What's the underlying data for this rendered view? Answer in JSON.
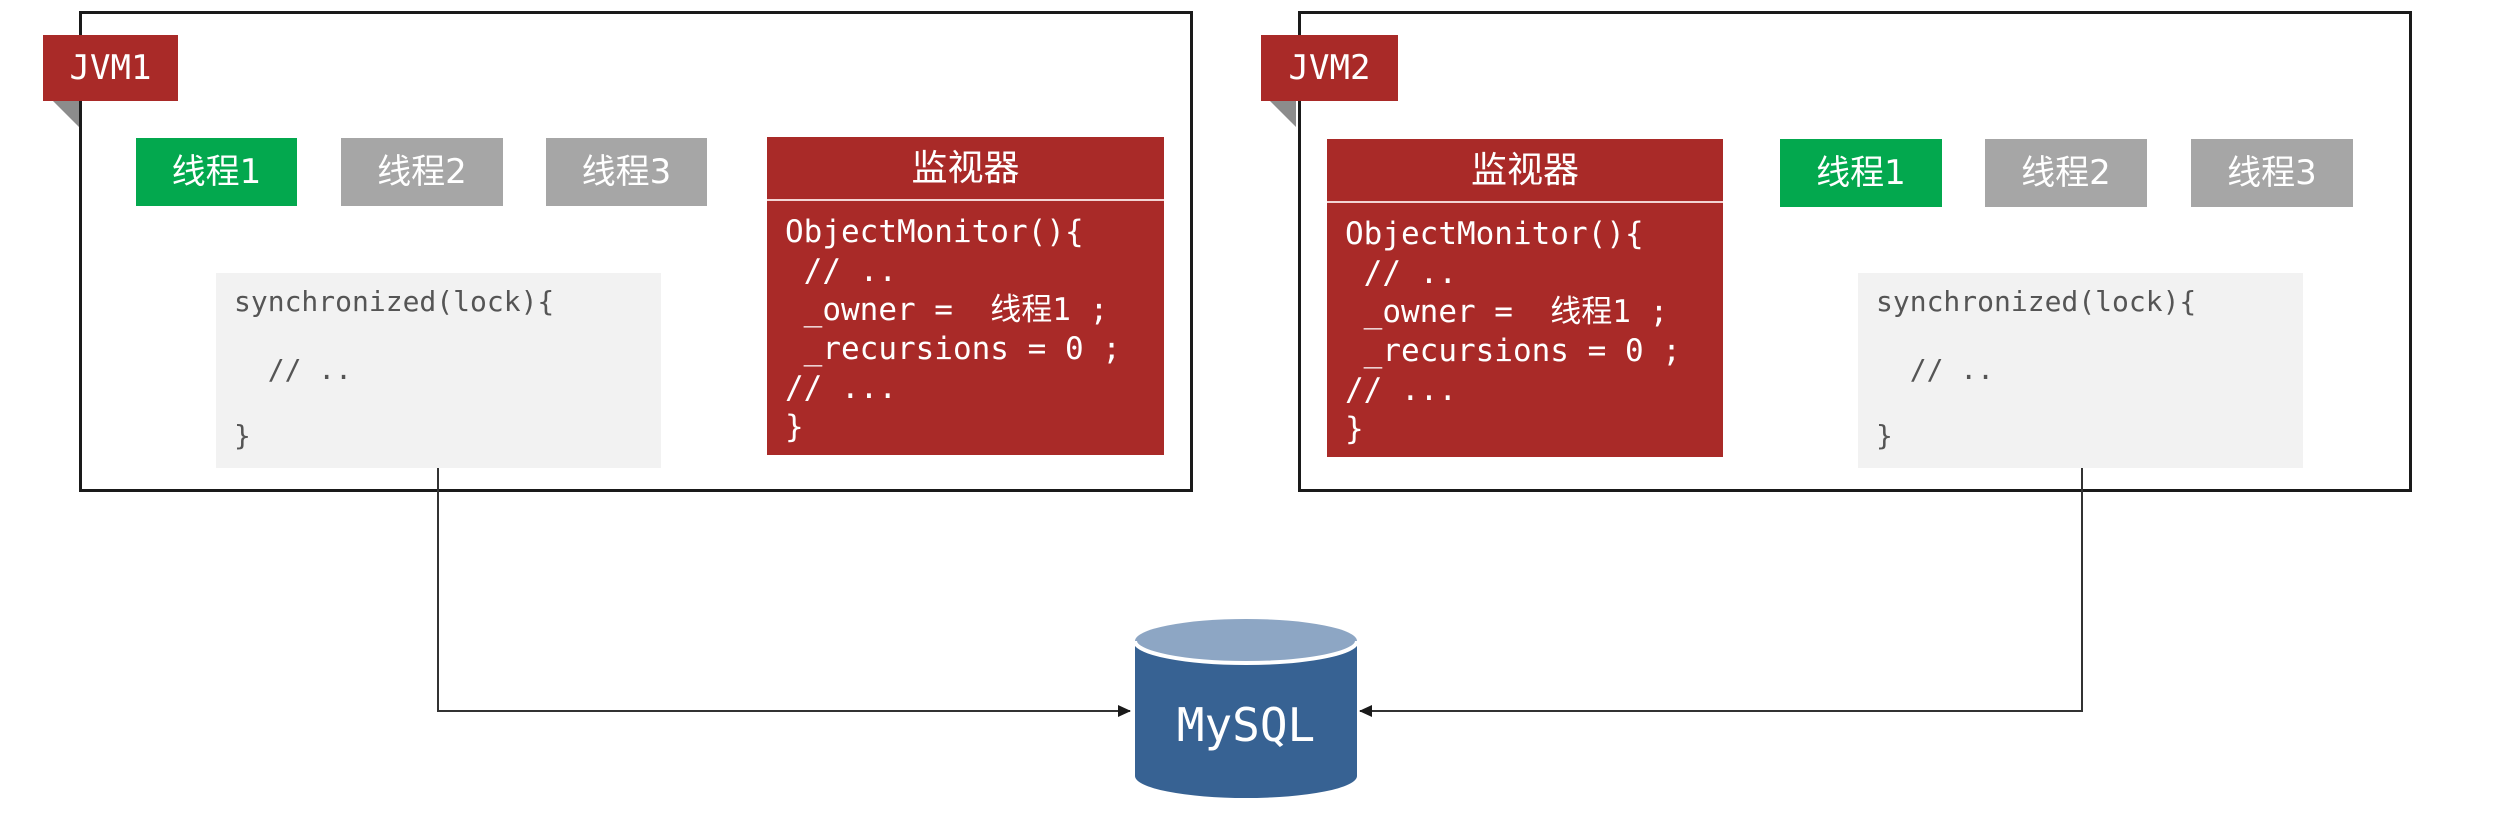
{
  "colors": {
    "brand_red": "#a92a28",
    "active_green": "#03a84e",
    "idle_gray": "#a6a6a6",
    "code_bg": "#f2f2f2",
    "db_blue": "#376293",
    "db_top": "#8da6c4"
  },
  "jvm1": {
    "tag": "JVM1",
    "threads": [
      "线程1",
      "线程2",
      "线程3"
    ],
    "active_thread_index": 0,
    "monitor": {
      "title": "监视器",
      "lines": [
        "ObjectMonitor(){",
        " // ..",
        " _owner =  线程1 ;",
        " _recursions = 0 ;",
        "// ...",
        "}"
      ]
    },
    "code": {
      "line1": "synchronized(lock){",
      "line2": "  // ..",
      "line3": "}"
    }
  },
  "jvm2": {
    "tag": "JVM2",
    "threads": [
      "线程1",
      "线程2",
      "线程3"
    ],
    "active_thread_index": 0,
    "monitor": {
      "title": "监视器",
      "lines": [
        "ObjectMonitor(){",
        " // ..",
        " _owner =  线程1 ;",
        " _recursions = 0 ;",
        "// ...",
        "}"
      ]
    },
    "code": {
      "line1": "synchronized(lock){",
      "line2": "  // ..",
      "line3": "}"
    }
  },
  "database": {
    "label": "MySQL",
    "icon": "database-cylinder-icon"
  }
}
